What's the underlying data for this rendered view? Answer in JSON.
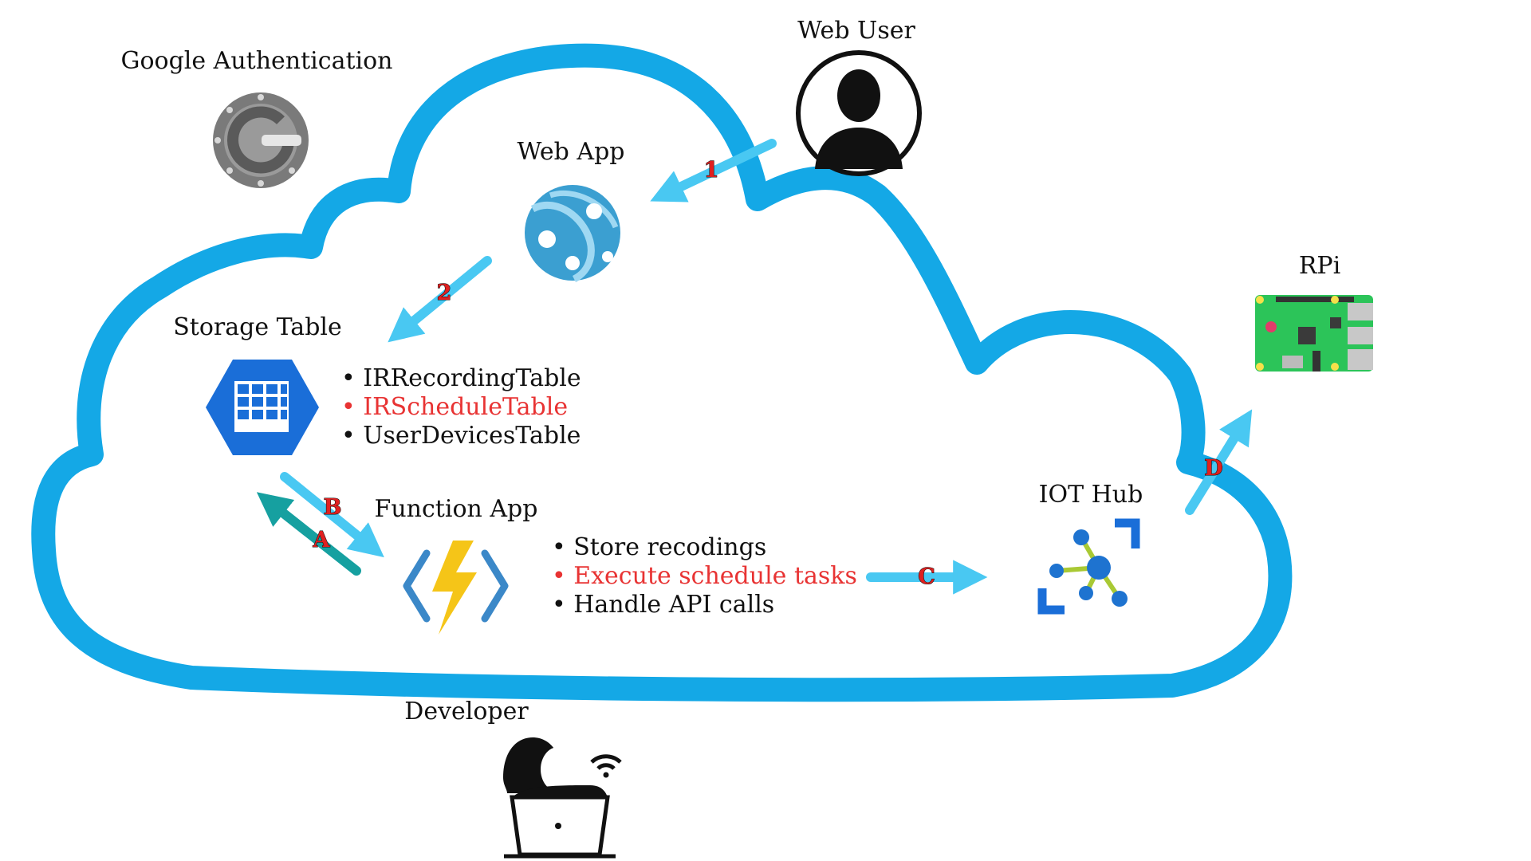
{
  "colors": {
    "cloud": "#14a8e6",
    "arrow": "#49c8f2",
    "arrow_return": "#16a0a0",
    "highlight": "#e83333",
    "text": "#111111"
  },
  "nodes": {
    "google_auth": {
      "label": "Google Authentication",
      "icon": "google-authenticator-icon"
    },
    "web_user": {
      "label": "Web User",
      "icon": "user-silhouette-icon"
    },
    "web_app": {
      "label": "Web App",
      "icon": "azure-web-app-icon"
    },
    "storage_table": {
      "label": "Storage Table",
      "icon": "azure-table-storage-icon",
      "items": [
        {
          "text": "• IRRecordingTable",
          "highlight": false
        },
        {
          "text": "• IRScheduleTable",
          "highlight": true
        },
        {
          "text": "• UserDevicesTable",
          "highlight": false
        }
      ]
    },
    "function_app": {
      "label": "Function App",
      "icon": "azure-function-app-icon",
      "items": [
        {
          "text": "• Store recodings",
          "highlight": false
        },
        {
          "text": "• Execute schedule tasks",
          "highlight": true
        },
        {
          "text": "• Handle API calls",
          "highlight": false
        }
      ]
    },
    "iot_hub": {
      "label": "IOT Hub",
      "icon": "azure-iot-hub-icon"
    },
    "rpi": {
      "label": "RPi",
      "icon": "raspberry-pi-board-icon"
    },
    "developer": {
      "label": "Developer",
      "icon": "developer-laptop-icon"
    }
  },
  "steps": {
    "s1": "1",
    "s2": "2",
    "sA": "A",
    "sB": "B",
    "sC": "C",
    "sD": "D"
  }
}
